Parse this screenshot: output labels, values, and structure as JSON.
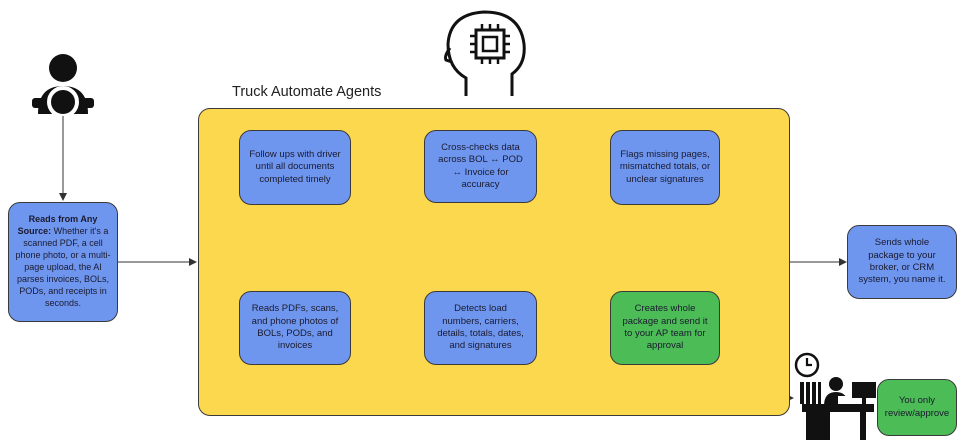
{
  "panel": {
    "title": "Truck Automate Agents"
  },
  "source": {
    "bold": "Reads from Any Source:",
    "text": " Whether it's a scanned PDF, a cell phone photo, or a multi-page upload, the AI parses invoices, BOLs, PODs, and receipts in seconds."
  },
  "steps": {
    "followup": "Follow ups with driver until all documents completed timely",
    "crosscheck": "Cross-checks data across BOL ↔ POD ↔ Invoice for accuracy",
    "flags": "Flags missing pages, mismatched totals, or unclear signatures",
    "reads": "Reads PDFs, scans, and phone photos of BOLs, PODs, and invoices",
    "detects": "Detects load numbers, carriers, details, totals, dates, and signatures",
    "creates": "Creates whole package and send it to your AP team for approval"
  },
  "output": {
    "sends": "Sends whole package to your broker, or CRM system, you name it.",
    "review": "You only review/approve"
  },
  "icons": {
    "driver": "driver-icon",
    "ai_head": "ai-head-icon",
    "office": "office-worker-icon",
    "clock": "clock-icon"
  },
  "colors": {
    "panel": "#fbd84e",
    "step": "#6f96ef",
    "action": "#4cbc57"
  }
}
